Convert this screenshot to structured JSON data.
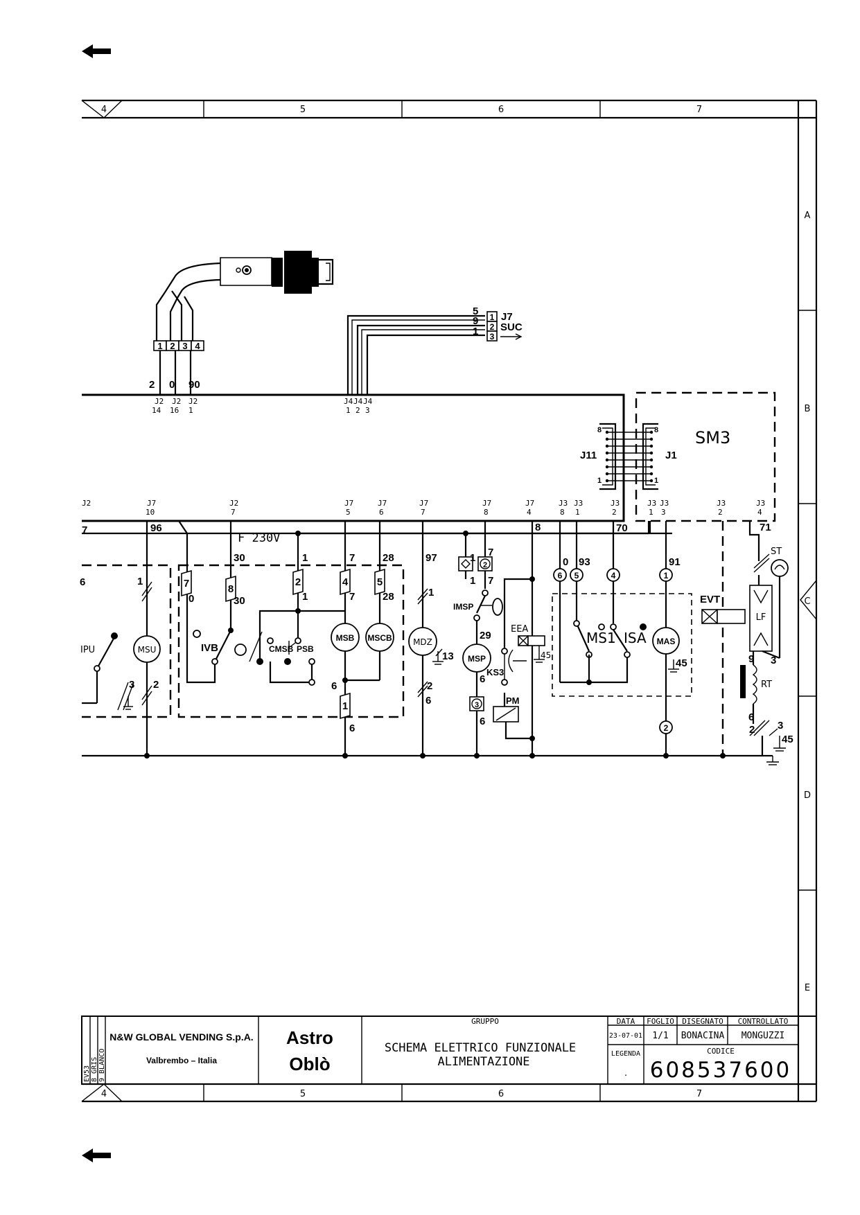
{
  "frame": {
    "columns": [
      "4",
      "5",
      "6",
      "7"
    ],
    "rows": [
      "A",
      "B",
      "C",
      "D",
      "E"
    ]
  },
  "sensor": {
    "pins": [
      "1",
      "2",
      "3",
      "4"
    ],
    "wires": [
      "2",
      "0",
      "90"
    ],
    "jacks": [
      {
        "top": "J2",
        "num": "14"
      },
      {
        "top": "J2",
        "num": "16"
      },
      {
        "top": "J2",
        "num": "1"
      }
    ]
  },
  "suc": {
    "connector": "J7",
    "label": "SUC",
    "wires": [
      "5",
      "9",
      "1"
    ],
    "pins": [
      "1",
      "2",
      "3"
    ],
    "jacks": [
      {
        "top": "J4",
        "num": "1"
      },
      {
        "top": "J4",
        "num": "2"
      },
      {
        "top": "J4",
        "num": "3"
      }
    ]
  },
  "board": {
    "module": "SM3",
    "conn_left": "J11",
    "conn_right": "J1",
    "pin_top": "8",
    "pin_bottom": "1"
  },
  "jacks_bottom": [
    {
      "top": "J2",
      "num": ""
    },
    {
      "top": "J7",
      "num": "10"
    },
    {
      "top": "J2",
      "num": "7"
    },
    {
      "top": "J7",
      "num": "5"
    },
    {
      "top": "J7",
      "num": "6"
    },
    {
      "top": "J7",
      "num": "7"
    },
    {
      "top": "J7",
      "num": "8"
    },
    {
      "top": "J7",
      "num": "4"
    },
    {
      "top": "J3",
      "num": "8"
    },
    {
      "top": "J3",
      "num": "1"
    },
    {
      "top": "J3",
      "num": "2"
    },
    {
      "top": "J3",
      "num": "1"
    },
    {
      "top": "J3",
      "num": "3"
    },
    {
      "top": "J3",
      "num": "2"
    },
    {
      "top": "J3",
      "num": "4"
    }
  ],
  "fuse": "F 230V",
  "wire_numbers": {
    "w7": "7",
    "w96": "96",
    "w30a": "30",
    "w30b": "30",
    "w1a": "1",
    "w1b": "1",
    "w7b": "7",
    "w7c": "7",
    "w28a": "28",
    "w28b": "28",
    "w97": "97",
    "w7d": "7",
    "w7e": "7",
    "w1c": "1",
    "w8": "8",
    "w0": "0",
    "w93": "93",
    "w70": "70",
    "w91": "91",
    "w71": "71",
    "w1d": "1",
    "w29": "29",
    "w6a": "6",
    "w6b": "6",
    "w6c": "6",
    "w6d": "6",
    "w6e": "6",
    "w9": "9",
    "w3": "3",
    "w45a": "45",
    "w45b": "45",
    "w45c": "45",
    "w3b": "3",
    "w2b": "2",
    "w0b": "0",
    "w1e": "1",
    "w2": "2",
    "w3c": "3",
    "w13": "13",
    "w2c": "2",
    "w6f": "6",
    "w3d": "3",
    "w6g": "6"
  },
  "tags": {
    "t7": "7",
    "t8": "8",
    "t2": "2",
    "t4": "4",
    "t5": "5",
    "t1": "1",
    "t1b": "1",
    "t2b": "2",
    "t3": "3",
    "c6": "6",
    "c5": "5",
    "c4": "4",
    "c1": "1",
    "c2": "2"
  },
  "components": {
    "msu": "MSU",
    "ipu": "IPU",
    "ivb": "IVB",
    "cmsb": "CMSB",
    "psb": "PSB",
    "msb": "MSB",
    "mscb": "MSCB",
    "mdz": "MDZ",
    "imsp": "IMSP",
    "msp": "MSP",
    "ks3": "KS3",
    "pm": "PM",
    "eea": "EEA",
    "ms1": "MS1",
    "isa": "ISA",
    "mas": "MAS",
    "evt": "EVT",
    "lf": "LF",
    "st": "ST",
    "rt": "RT"
  },
  "title_block": {
    "side": [
      "EV53",
      "8 GRIS",
      "9 BLANCO"
    ],
    "company": "N&W GLOBAL VENDING S.p.A.",
    "location": "Valbrembo – Italia",
    "product_line1": "Astro",
    "product_line2": "Oblò",
    "gruppo_label": "GRUPPO",
    "desc_line1": "SCHEMA ELETTRICO FUNZIONALE",
    "desc_line2": "ALIMENTAZIONE",
    "data_label": "DATA",
    "data_value": "23-07-01",
    "foglio_label": "FOGLIO",
    "foglio_value": "1/1",
    "disegnato_label": "DISEGNATO",
    "disegnato_value": "BONACINA",
    "controllato_label": "CONTROLLATO",
    "controllato_value": "MONGUZZI",
    "legenda_label": "LEGENDA",
    "legenda_value": ".",
    "codice_label": "CODICE",
    "codice_value": "608537600"
  }
}
